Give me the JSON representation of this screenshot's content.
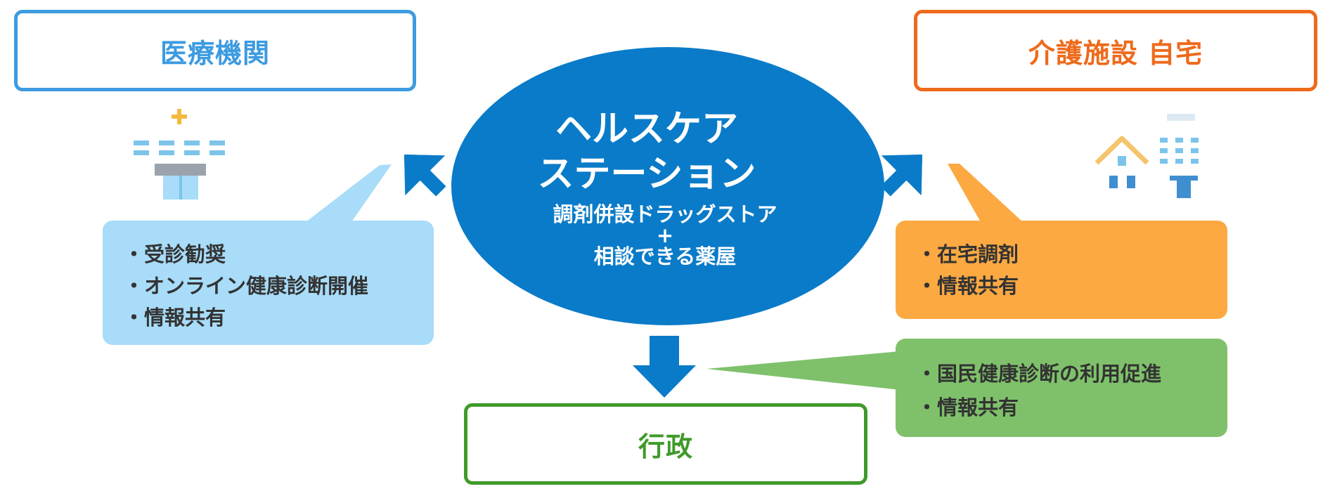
{
  "nodes": {
    "medical": "医療機関",
    "care": "介護施設 自宅",
    "admin": "行政"
  },
  "center": {
    "title_line1": "ヘルスケア",
    "title_line2": "ステーション",
    "sub_line1": "調剤併設ドラッグストア",
    "sub_line2": "+",
    "sub_line3": "相談できる薬屋"
  },
  "bubbles": {
    "medical": [
      "受診勧奨",
      "オンライン健康診断開催",
      "情報共有"
    ],
    "care": [
      "在宅調剤",
      "情報共有"
    ],
    "admin": [
      "国民健康診断の利用促進",
      "情報共有"
    ]
  },
  "colors": {
    "center": "#0a7bc8",
    "arrow": "#0a7bc8",
    "medical": "#3d9be0",
    "care": "#ee6a1c",
    "admin": "#3f9a2a",
    "bubble_medical": "#a8dcf9",
    "bubble_care": "#fca942",
    "bubble_admin": "#7fc16b"
  },
  "icons": {
    "medical": "hospital-icon",
    "care": "house-and-building-icon"
  }
}
